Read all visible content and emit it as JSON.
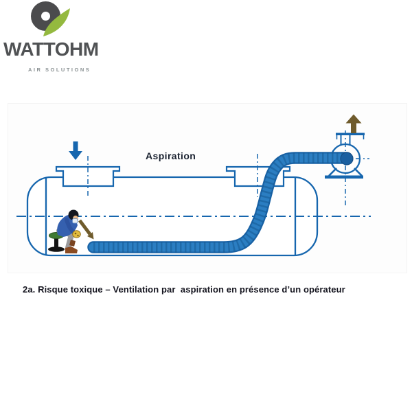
{
  "logo": {
    "brand": "WATTOHM",
    "tagline": "AIR SOLUTIONS",
    "icon": "ring-leaf-logo-icon",
    "colors": {
      "ring": "#4b4b4d",
      "leaf": "#94b93f",
      "brand_text": "#505254",
      "tagline_text": "#8b9294"
    }
  },
  "diagram": {
    "aspiration_label": "Aspiration",
    "caption": "2a. Risque toxique – Ventilation par  aspiration en présence d’un opérateur",
    "icons": {
      "inlet": "down-arrow-icon",
      "exhaust": "up-arrow-icon",
      "hose_pointer": "down-right-arrow-icon",
      "fan": "extraction-fan-icon",
      "operator": "masked-operator-on-stool-icon"
    },
    "colors": {
      "line_blue": "#1666ae",
      "hose_mid": "#2b7ec2",
      "hose_dark": "#1a63a6",
      "hose_rib": "#155a94",
      "exhaust_olive": "#6f5b2c",
      "label_text": "#1a2230",
      "caption_text": "#15151f"
    }
  }
}
